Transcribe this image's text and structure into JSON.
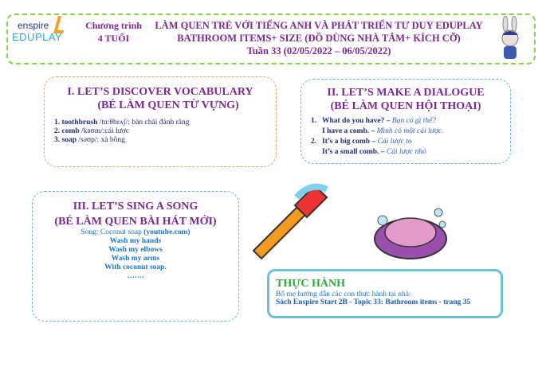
{
  "header": {
    "logo_top": "enspire",
    "logo_bottom": "EDUPLAY",
    "program_label": "Chương trình",
    "age": "4 TUỔI",
    "title1": "LÀM QUEN TRẺ VỚI TIẾNG ANH VÀ PHÁT TRIỂN TƯ DUY EDUPLAY",
    "title2": "BATHROOM ITEMS+ SIZE (ĐỒ DÙNG NHÀ TẮM+ KÍCH CỠ)",
    "title3": "Tuần 33 (02/05/2022 – 06/05/2022)"
  },
  "vocab": {
    "title": "I. LET’S DISCOVER VOCABULARY",
    "subtitle": "(BÉ LÀM QUEN TỪ VỰNG)",
    "items": [
      {
        "num": "1.",
        "word": "toothbrush",
        "rest": " /tu:θbrʌʃ/: bàn chải đánh răng"
      },
      {
        "num": "2.",
        "word": "comb",
        "rest": " /kəʊm/:cái lược"
      },
      {
        "num": "3.",
        "word": "soap",
        "rest": " /səʊp/: xà bông"
      }
    ]
  },
  "dialogue": {
    "title": "II. LET’S MAKE A DIALOGUE",
    "subtitle": "(BÉ LÀM QUEN HỘI THOẠI)",
    "items": [
      {
        "num": "1.",
        "q": "What do you have? –",
        "qv": " Bạn có gì thế?",
        "a": "I have a comb. –",
        "av": " Mình có một cái lược."
      },
      {
        "num": "2.",
        "q": "It’s a big comb –",
        "qv": "  Cái lược to",
        "a": "It’s a small comb. –",
        "av": "  Cái lược nhỏ"
      }
    ]
  },
  "song": {
    "title": "III. LET’S SING A SONG",
    "subtitle": "(BÉ LÀM QUEN BÀI HÁT MỚI)",
    "label": "Song: Coconut soap ",
    "source": "(youtube.com)",
    "lines": [
      "Wash my hands",
      "Wash my elbows",
      "Wash my arms",
      "With coconut soap.",
      "……."
    ]
  },
  "practice": {
    "title": "THỰC HÀNH",
    "line1": "Bố mẹ hướng dẫn các con thực hành tại nhà:",
    "line2": "Sách Enspire Start 2B - Topic 33: Bathroom items - trang 35"
  }
}
